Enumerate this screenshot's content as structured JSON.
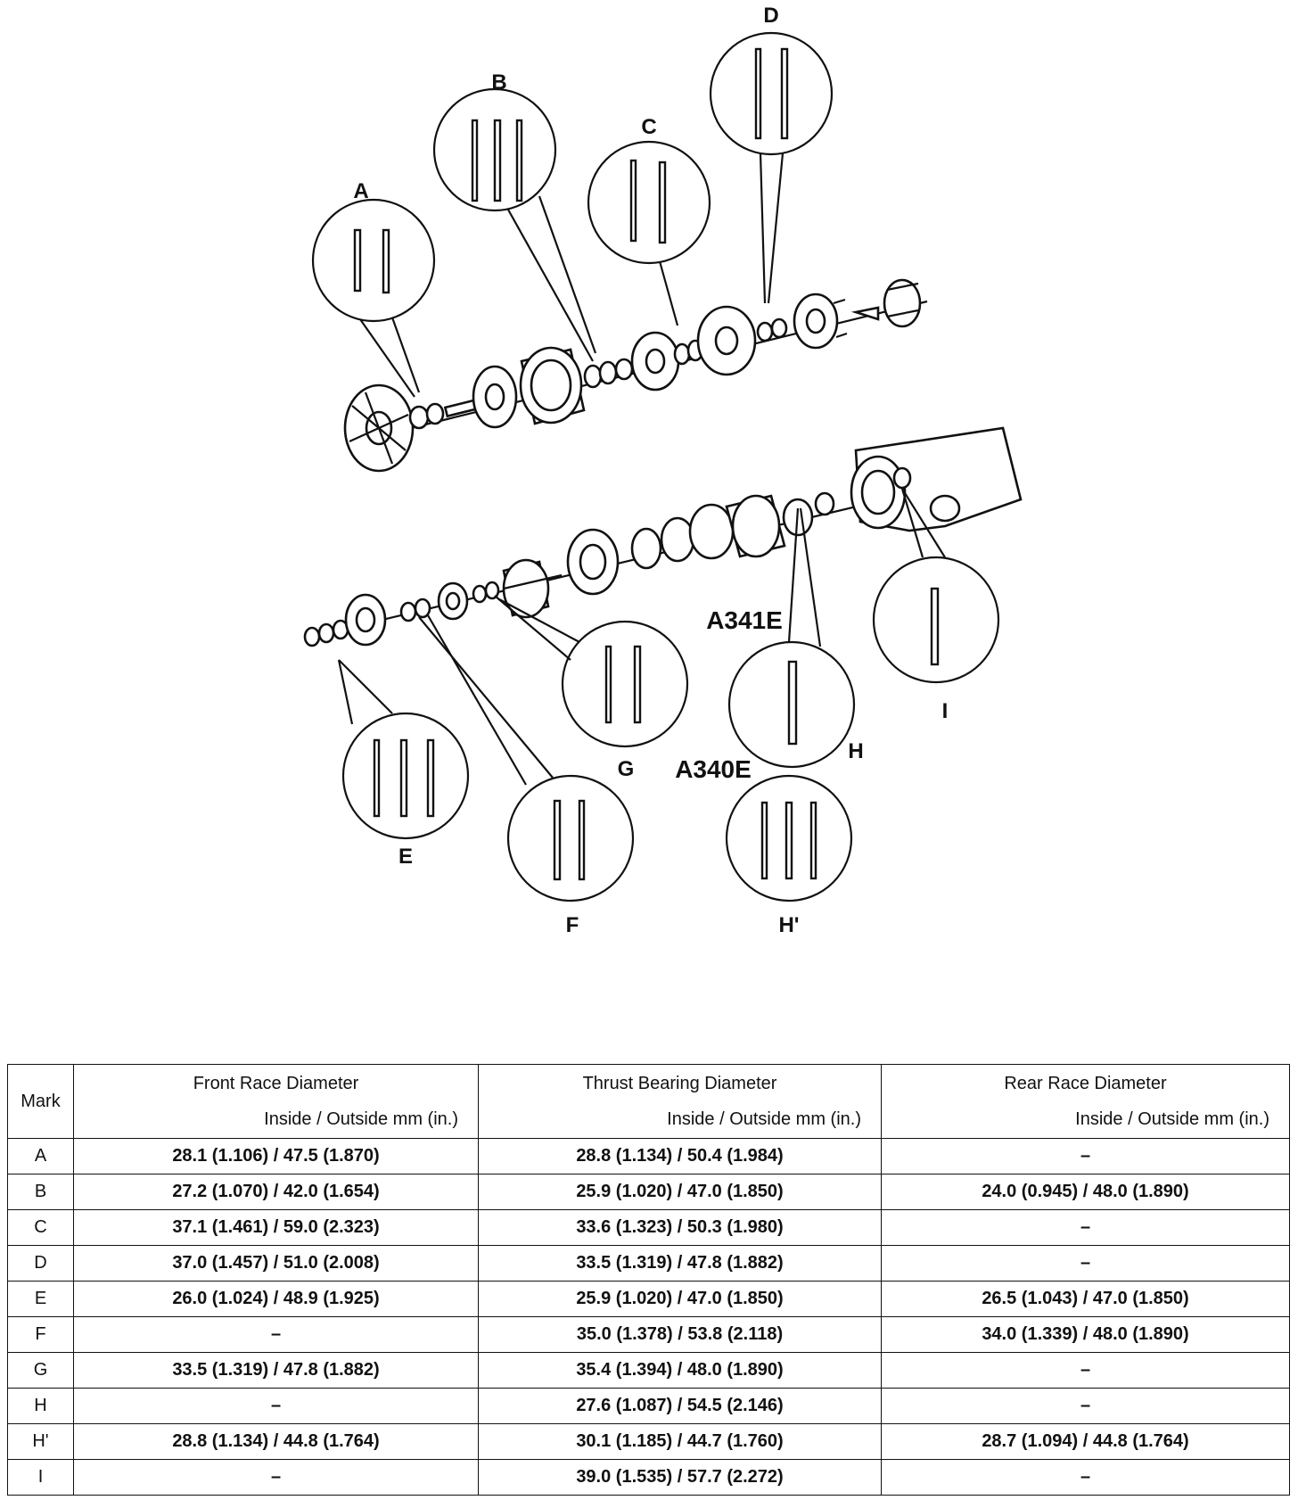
{
  "diagram": {
    "callouts": {
      "A": "A",
      "B": "B",
      "C": "C",
      "D": "D",
      "E": "E",
      "F": "F",
      "G": "G",
      "H": "H",
      "H_prime": "H'",
      "I": "I"
    },
    "models": {
      "upper": "A341E",
      "lower": "A340E"
    }
  },
  "table": {
    "headers": {
      "mark": "Mark",
      "front_title": "Front Race Diameter",
      "front_sub": "Inside / Outside mm (in.)",
      "thrust_title": "Thrust Bearing Diameter",
      "thrust_sub": "Inside / Outside mm (in.)",
      "rear_title": "Rear Race Diameter",
      "rear_sub": "Inside / Outside mm (in.)"
    },
    "rows": [
      {
        "mark": "A",
        "front": "28.1 (1.106) / 47.5 (1.870)",
        "thrust": "28.8 (1.134) / 50.4 (1.984)",
        "rear": "–"
      },
      {
        "mark": "B",
        "front": "27.2 (1.070) / 42.0 (1.654)",
        "thrust": "25.9 (1.020) / 47.0 (1.850)",
        "rear": "24.0 (0.945) / 48.0 (1.890)"
      },
      {
        "mark": "C",
        "front": "37.1 (1.461) / 59.0 (2.323)",
        "thrust": "33.6 (1.323) / 50.3 (1.980)",
        "rear": "–"
      },
      {
        "mark": "D",
        "front": "37.0 (1.457) / 51.0 (2.008)",
        "thrust": "33.5 (1.319) / 47.8 (1.882)",
        "rear": "–"
      },
      {
        "mark": "E",
        "front": "26.0 (1.024) / 48.9 (1.925)",
        "thrust": "25.9 (1.020) / 47.0 (1.850)",
        "rear": "26.5 (1.043) / 47.0 (1.850)"
      },
      {
        "mark": "F",
        "front": "–",
        "thrust": "35.0 (1.378) / 53.8 (2.118)",
        "rear": "34.0 (1.339) / 48.0 (1.890)"
      },
      {
        "mark": "G",
        "front": "33.5 (1.319) / 47.8 (1.882)",
        "thrust": "35.4 (1.394) / 48.0 (1.890)",
        "rear": "–"
      },
      {
        "mark": "H",
        "front": "–",
        "thrust": "27.6 (1.087) / 54.5 (2.146)",
        "rear": "–"
      },
      {
        "mark": "H'",
        "front": "28.8 (1.134) / 44.8 (1.764)",
        "thrust": "30.1 (1.185) / 44.7 (1.760)",
        "rear": "28.7 (1.094) / 44.8 (1.764)"
      },
      {
        "mark": "I",
        "front": "–",
        "thrust": "39.0 (1.535) / 57.7 (2.272)",
        "rear": "–"
      }
    ]
  }
}
